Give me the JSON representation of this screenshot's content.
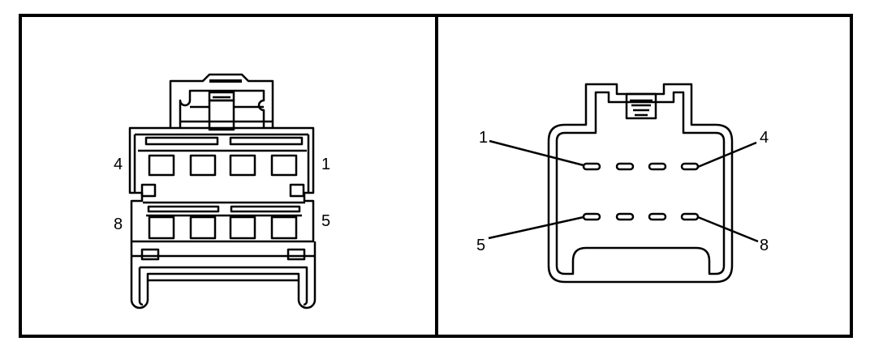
{
  "colors": {
    "stroke": "#000000",
    "background": "#ffffff"
  },
  "left_view": {
    "labels": {
      "top_left": "4",
      "top_right": "1",
      "bottom_left": "8",
      "bottom_right": "5"
    }
  },
  "right_view": {
    "labels": {
      "top_left": "1",
      "top_right": "4",
      "bottom_left": "5",
      "bottom_right": "8"
    }
  }
}
